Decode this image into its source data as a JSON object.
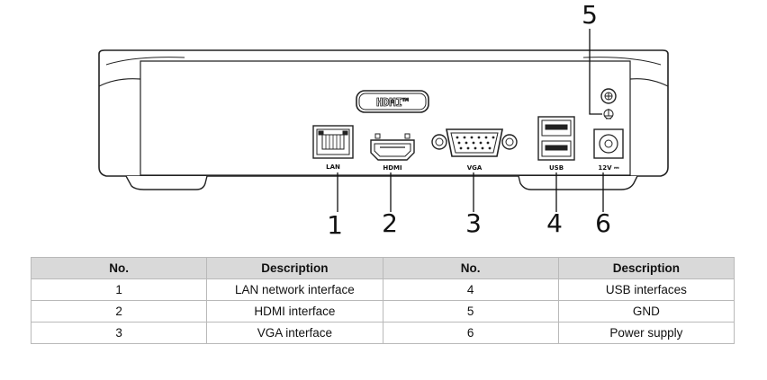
{
  "callouts": [
    "1",
    "2",
    "3",
    "4",
    "5",
    "6"
  ],
  "hdmi_logo_text": "HDMI™",
  "port_labels": {
    "lan": "LAN",
    "hdmi": "HDMI",
    "vga": "VGA",
    "usb": "USB",
    "power": "12V ⎓"
  },
  "table": {
    "headers": [
      "No.",
      "Description",
      "No.",
      "Description"
    ],
    "rows": [
      [
        "1",
        "LAN network interface",
        "4",
        "USB interfaces"
      ],
      [
        "2",
        "HDMI interface",
        "5",
        "GND"
      ],
      [
        "3",
        "VGA interface",
        "6",
        "Power supply"
      ]
    ]
  }
}
